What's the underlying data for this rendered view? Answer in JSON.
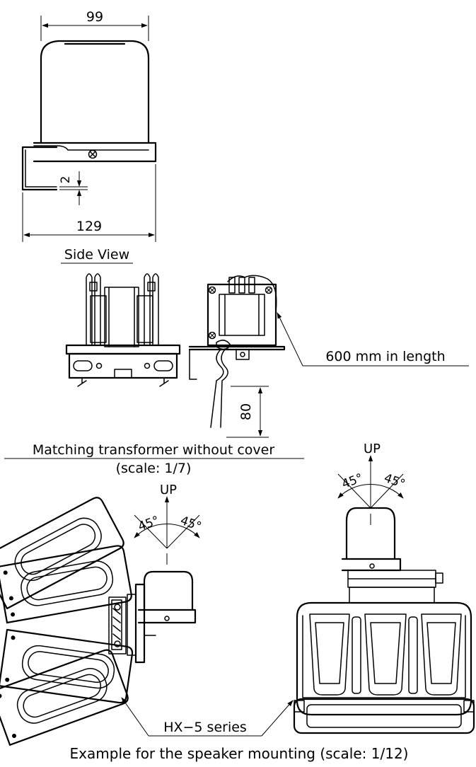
{
  "side_view": {
    "dim_top": "99",
    "dim_bottom": "129",
    "dim_small": "2",
    "caption": "Side View"
  },
  "transformer": {
    "cable_callout": "600 mm in length",
    "lead_dim": "80",
    "caption": "Matching transformer without cover",
    "scale": "(scale: 1/7)"
  },
  "mounting_left": {
    "up_label": "UP",
    "angle_left": "45°",
    "angle_right": "45°"
  },
  "mounting_right": {
    "up_label": "UP",
    "angle_left": "45°",
    "angle_right": "45°"
  },
  "series_label": "HX−5 series",
  "footer_caption": "Example for the speaker mounting (scale: 1/12)"
}
